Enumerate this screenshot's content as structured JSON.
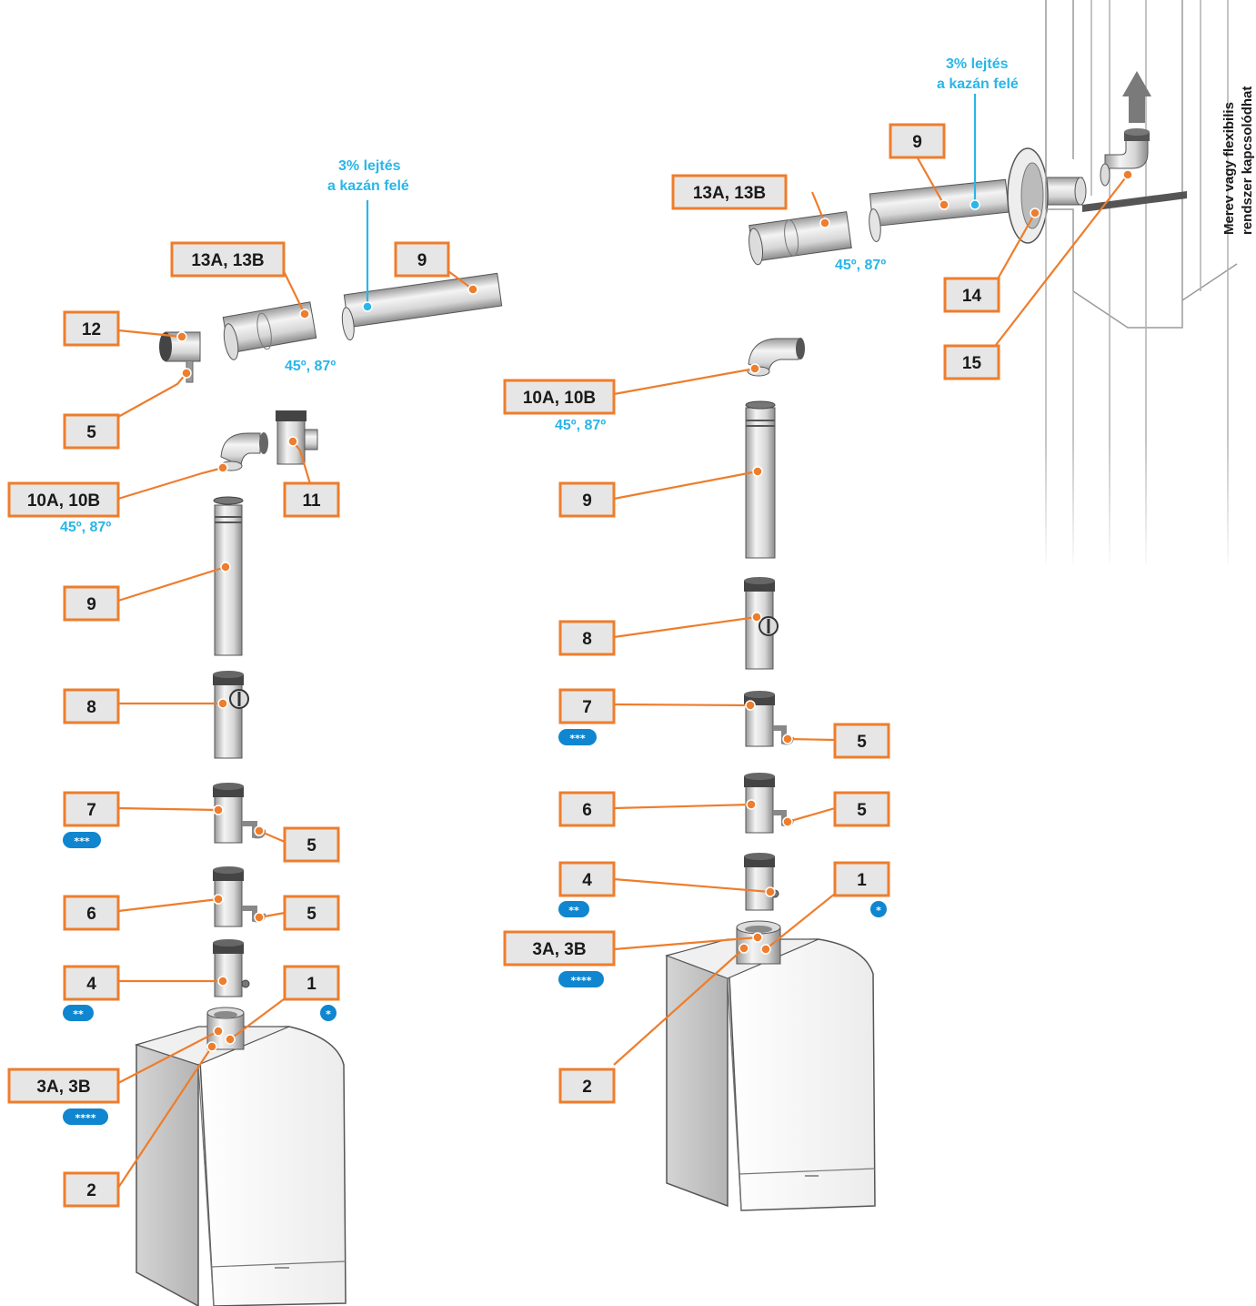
{
  "labels": {
    "l1": "1",
    "l2": "2",
    "l3": "3A, 3B",
    "l4": "4",
    "l5": "5",
    "l6": "6",
    "l7": "7",
    "l8": "8",
    "l9": "9",
    "l10": "10A, 10B",
    "l11": "11",
    "l12": "12",
    "l13": "13A, 13B",
    "l14": "14",
    "l15": "15"
  },
  "notes": {
    "angles": "45º, 87º",
    "slope_line1": "3% lejtés",
    "slope_line2": "a kazán felé",
    "side_line1": "Merev vagy flexibilis",
    "side_line2": "rendszer kapcsolódhat"
  },
  "badges": {
    "b1": "*",
    "b2": "**",
    "b3": "***",
    "b4": "****"
  },
  "colors": {
    "label_border": "#ee7d2c",
    "label_fill": "#e6e6e6",
    "note_text": "#29b6e8",
    "badge": "#0f86cf"
  }
}
